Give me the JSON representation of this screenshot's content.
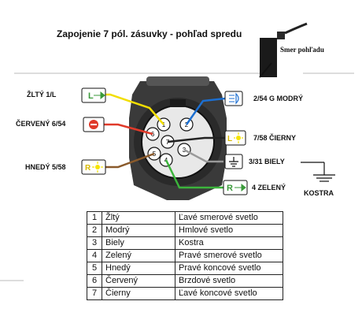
{
  "title": "Zapojenie 7 pól. zásuvky - pohľad spredu",
  "view_direction": "Smer pohľadu",
  "pins": [
    {
      "num": "1",
      "label": "ŽLTÝ 1/L",
      "color": "#f5e400"
    },
    {
      "num": "2",
      "label": "2/54 G MODRÝ",
      "color": "#1c6fd1"
    },
    {
      "num": "3",
      "label": "3/31 BIELY",
      "color": "#888888"
    },
    {
      "num": "4",
      "label": "4 ZELENÝ",
      "color": "#3cb43c"
    },
    {
      "num": "5",
      "label": "HNEDÝ 5/58",
      "color": "#8a5a2b"
    },
    {
      "num": "6",
      "label": "ČERVENÝ 6/54",
      "color": "#e03a2a"
    },
    {
      "num": "7",
      "label": "7/58 ČIERNY",
      "color": "#222222"
    }
  ],
  "ground_label": "KOSTRA",
  "icons": {
    "left_turn": "L",
    "right_turn": "R",
    "lamp_r": "R",
    "lamp_l": "L"
  },
  "legend": [
    {
      "num": "1",
      "color": "Žltý",
      "function": "Ľavé smerové svetlo"
    },
    {
      "num": "2",
      "color": "Modrý",
      "function": "Hmlové svetlo"
    },
    {
      "num": "3",
      "color": "Biely",
      "function": "Kostra"
    },
    {
      "num": "4",
      "color": "Zelený",
      "function": "Pravé smerové svetlo"
    },
    {
      "num": "5",
      "color": "Hnedý",
      "function": "Pravé koncové svetlo"
    },
    {
      "num": "6",
      "color": "Červený",
      "function": "Brzdové svetlo"
    },
    {
      "num": "7",
      "color": "Čierny",
      "function": "Ľavé koncové svetlo"
    }
  ]
}
